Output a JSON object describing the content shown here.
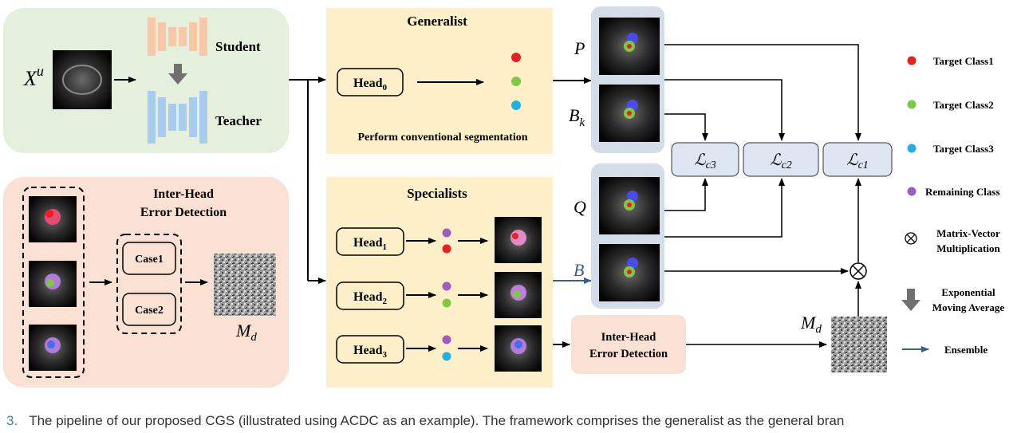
{
  "input_label": "X",
  "input_sup": "u",
  "student_label": "Student",
  "teacher_label": "Teacher",
  "generalist": {
    "title": "Generalist",
    "head": "Head",
    "head_sub": "0",
    "desc": "Perform conventional segmentation"
  },
  "specialists": {
    "title": "Specialists",
    "heads": [
      {
        "label": "Head",
        "sub": "1"
      },
      {
        "label": "Head",
        "sub": "2"
      },
      {
        "label": "Head",
        "sub": "3"
      }
    ]
  },
  "error_panel": {
    "title_line1": "Inter-Head",
    "title_line2": "Error Detection",
    "case1": "Case1",
    "case2": "Case2",
    "md": "M",
    "md_sub": "d"
  },
  "error_box": {
    "line1": "Inter-Head",
    "line2": "Error Detection"
  },
  "preds": {
    "P": "P",
    "Bk": "B",
    "Bk_sub": "k",
    "Q": "Q",
    "B": "B"
  },
  "losses": [
    {
      "sym": "ℒ",
      "sub": "c3"
    },
    {
      "sym": "ℒ",
      "sub": "c2"
    },
    {
      "sym": "ℒ",
      "sub": "c1"
    }
  ],
  "md_right": {
    "label": "M",
    "sub": "d"
  },
  "legend": {
    "items": [
      {
        "label": "Target Class1",
        "color": "#e8211f"
      },
      {
        "label": "Target Class2",
        "color": "#7ec843"
      },
      {
        "label": "Target Class3",
        "color": "#20b0e8"
      },
      {
        "label": "Remaining Class",
        "color": "#9d5cc0"
      }
    ],
    "mv_line1": "Matrix-Vector",
    "mv_line2": "Multiplication",
    "ema_line1": "Exponential",
    "ema_line2": "Moving Average",
    "ensemble": "Ensemble"
  },
  "colors": {
    "green_panel": "#e4f0dc",
    "pink_panel": "#fbe0d4",
    "yellow_panel": "#fdf0c8",
    "loss_box": "#dde6f2",
    "pred_panel": "#d4dcea",
    "student": "#f8c8a8",
    "teacher": "#a8ccf0",
    "ensemble_arrow": "#3a5f8f"
  },
  "caption": {
    "number": "3.",
    "text": "The pipeline of our proposed CGS (illustrated using ACDC as an example). The framework comprises the generalist as the general bran"
  }
}
